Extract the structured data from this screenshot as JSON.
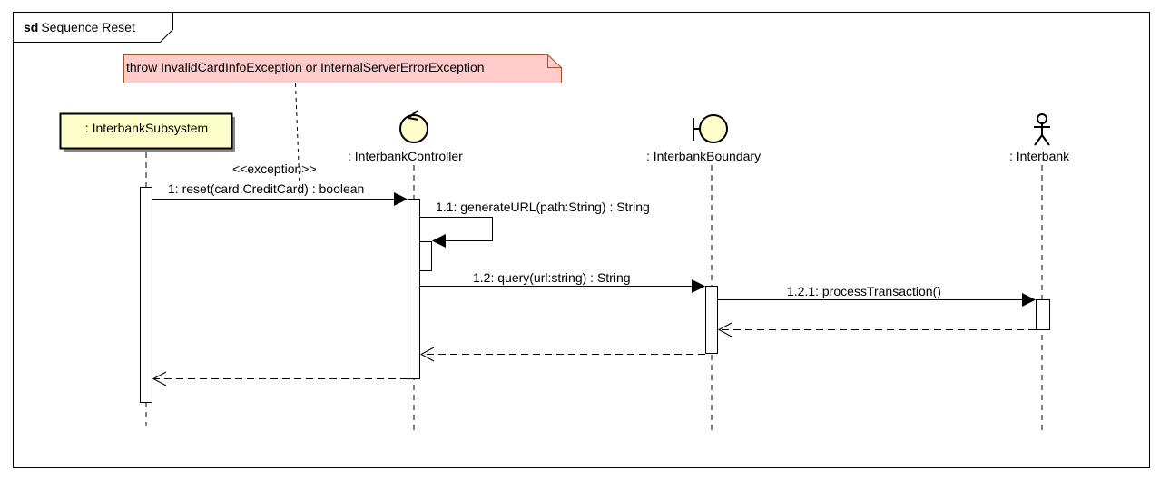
{
  "frame": {
    "keyword": "sd",
    "title": "Sequence Reset"
  },
  "note": {
    "text": "throw InvalidCardInfoException or InternalServerErrorException",
    "stereotype": "<<exception>>"
  },
  "lifelines": [
    {
      "id": "subsystem",
      "label": ": InterbankSubsystem",
      "kind": "object-box"
    },
    {
      "id": "controller",
      "label": ": InterbankController",
      "kind": "control"
    },
    {
      "id": "boundary",
      "label": ": InterbankBoundary",
      "kind": "boundary"
    },
    {
      "id": "interbank",
      "label": ": Interbank",
      "kind": "actor"
    }
  ],
  "messages": [
    {
      "id": "m1",
      "label": "1: reset(card:CreditCard) : boolean",
      "from": "subsystem",
      "to": "controller",
      "type": "sync"
    },
    {
      "id": "m11",
      "label": "1.1: generateURL(path:String) : String",
      "from": "controller",
      "to": "controller",
      "type": "self"
    },
    {
      "id": "m12",
      "label": "1.2: query(url:string) : String",
      "from": "controller",
      "to": "boundary",
      "type": "sync"
    },
    {
      "id": "m121",
      "label": "1.2.1: processTransaction()",
      "from": "boundary",
      "to": "interbank",
      "type": "sync"
    },
    {
      "id": "r121",
      "label": "",
      "from": "interbank",
      "to": "boundary",
      "type": "return"
    },
    {
      "id": "r12",
      "label": "",
      "from": "boundary",
      "to": "controller",
      "type": "return"
    },
    {
      "id": "r1",
      "label": "",
      "from": "controller",
      "to": "subsystem",
      "type": "return"
    }
  ],
  "colors": {
    "note_fill": "#ffcccc",
    "note_stroke": "#a0522d",
    "element_fill": "#ffffcc",
    "line": "#000000"
  }
}
